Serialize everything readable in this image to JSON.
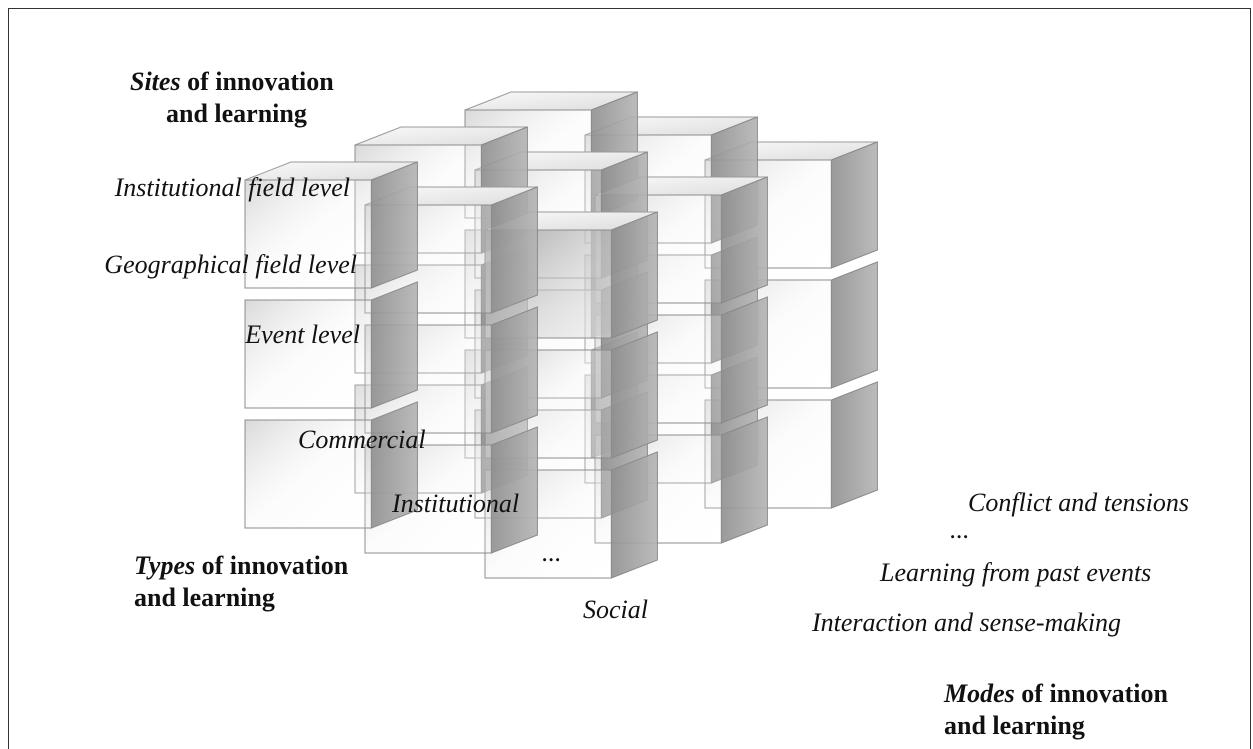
{
  "axes": {
    "sites": {
      "title_em": "Sites",
      "title_rest": " of innovation",
      "title_line2": "and learning",
      "items": [
        "Institutional field level",
        "Geographical field level",
        "Event level"
      ]
    },
    "types": {
      "title_em": "Types",
      "title_rest": " of innovation",
      "title_line2": "and learning",
      "items": [
        "Commercial",
        "Institutional",
        "...",
        "Social"
      ]
    },
    "modes": {
      "title_em": "Modes",
      "title_rest": " of innovation",
      "title_line2": "and learning",
      "items": [
        "Conflict and tensions",
        "...",
        "Learning from past events",
        "Interaction and sense-making"
      ]
    }
  },
  "cube": {
    "rows": 3,
    "columns": 3,
    "depth": 3,
    "style": "translucent grey glass blocks"
  }
}
